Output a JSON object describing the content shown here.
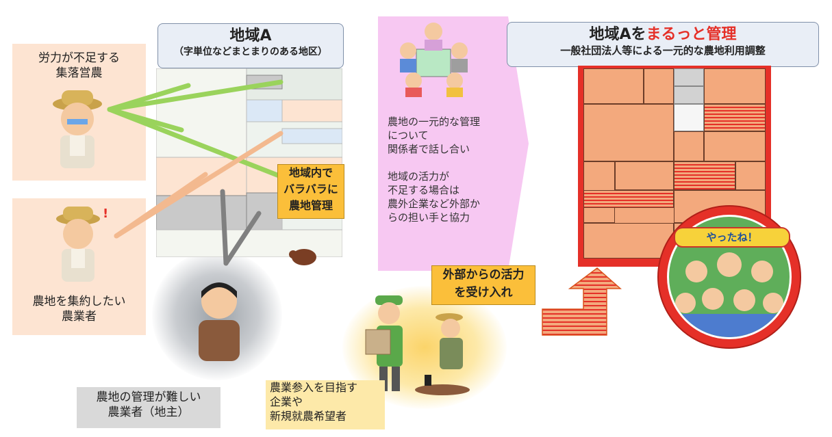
{
  "region_title": {
    "main": "地域A",
    "sub": "（字単位などまとまりのある地区）"
  },
  "manage_title": {
    "main_prefix": "地域Aを",
    "main_highlight": "まるっと管理",
    "sub": "一般社団法人等による一元的な農地利用調整"
  },
  "actors": {
    "village_farm": "労力が不足する\n集落営農",
    "consolidating_farmer": "農地を集約したい\n農業者",
    "landowner": "農地の管理が難しい\n農業者（地主）",
    "new_entrants": "農業参入を目指す\n企業や\n新規就農希望者"
  },
  "scattered_note": "地域内で\nバラバラに\n農地管理",
  "discussion_text": "農地の一元的な管理\nについて\n関係者で話し合い\n\n地域の活力が\n不足する場合は\n農外企業など外部か\nらの担い手と協力",
  "external_note": "外部からの活力\nを受け入れ",
  "badge_text": "やったね！",
  "colors": {
    "accent_red": "#e53028",
    "note_orange": "#fbbf3a",
    "pink_panel": "#f7c8f2",
    "title_bg": "#e9eef6",
    "plot_fill": "#f3a97d",
    "green_line": "#9ad35c",
    "peach_line": "#f3b98f"
  }
}
